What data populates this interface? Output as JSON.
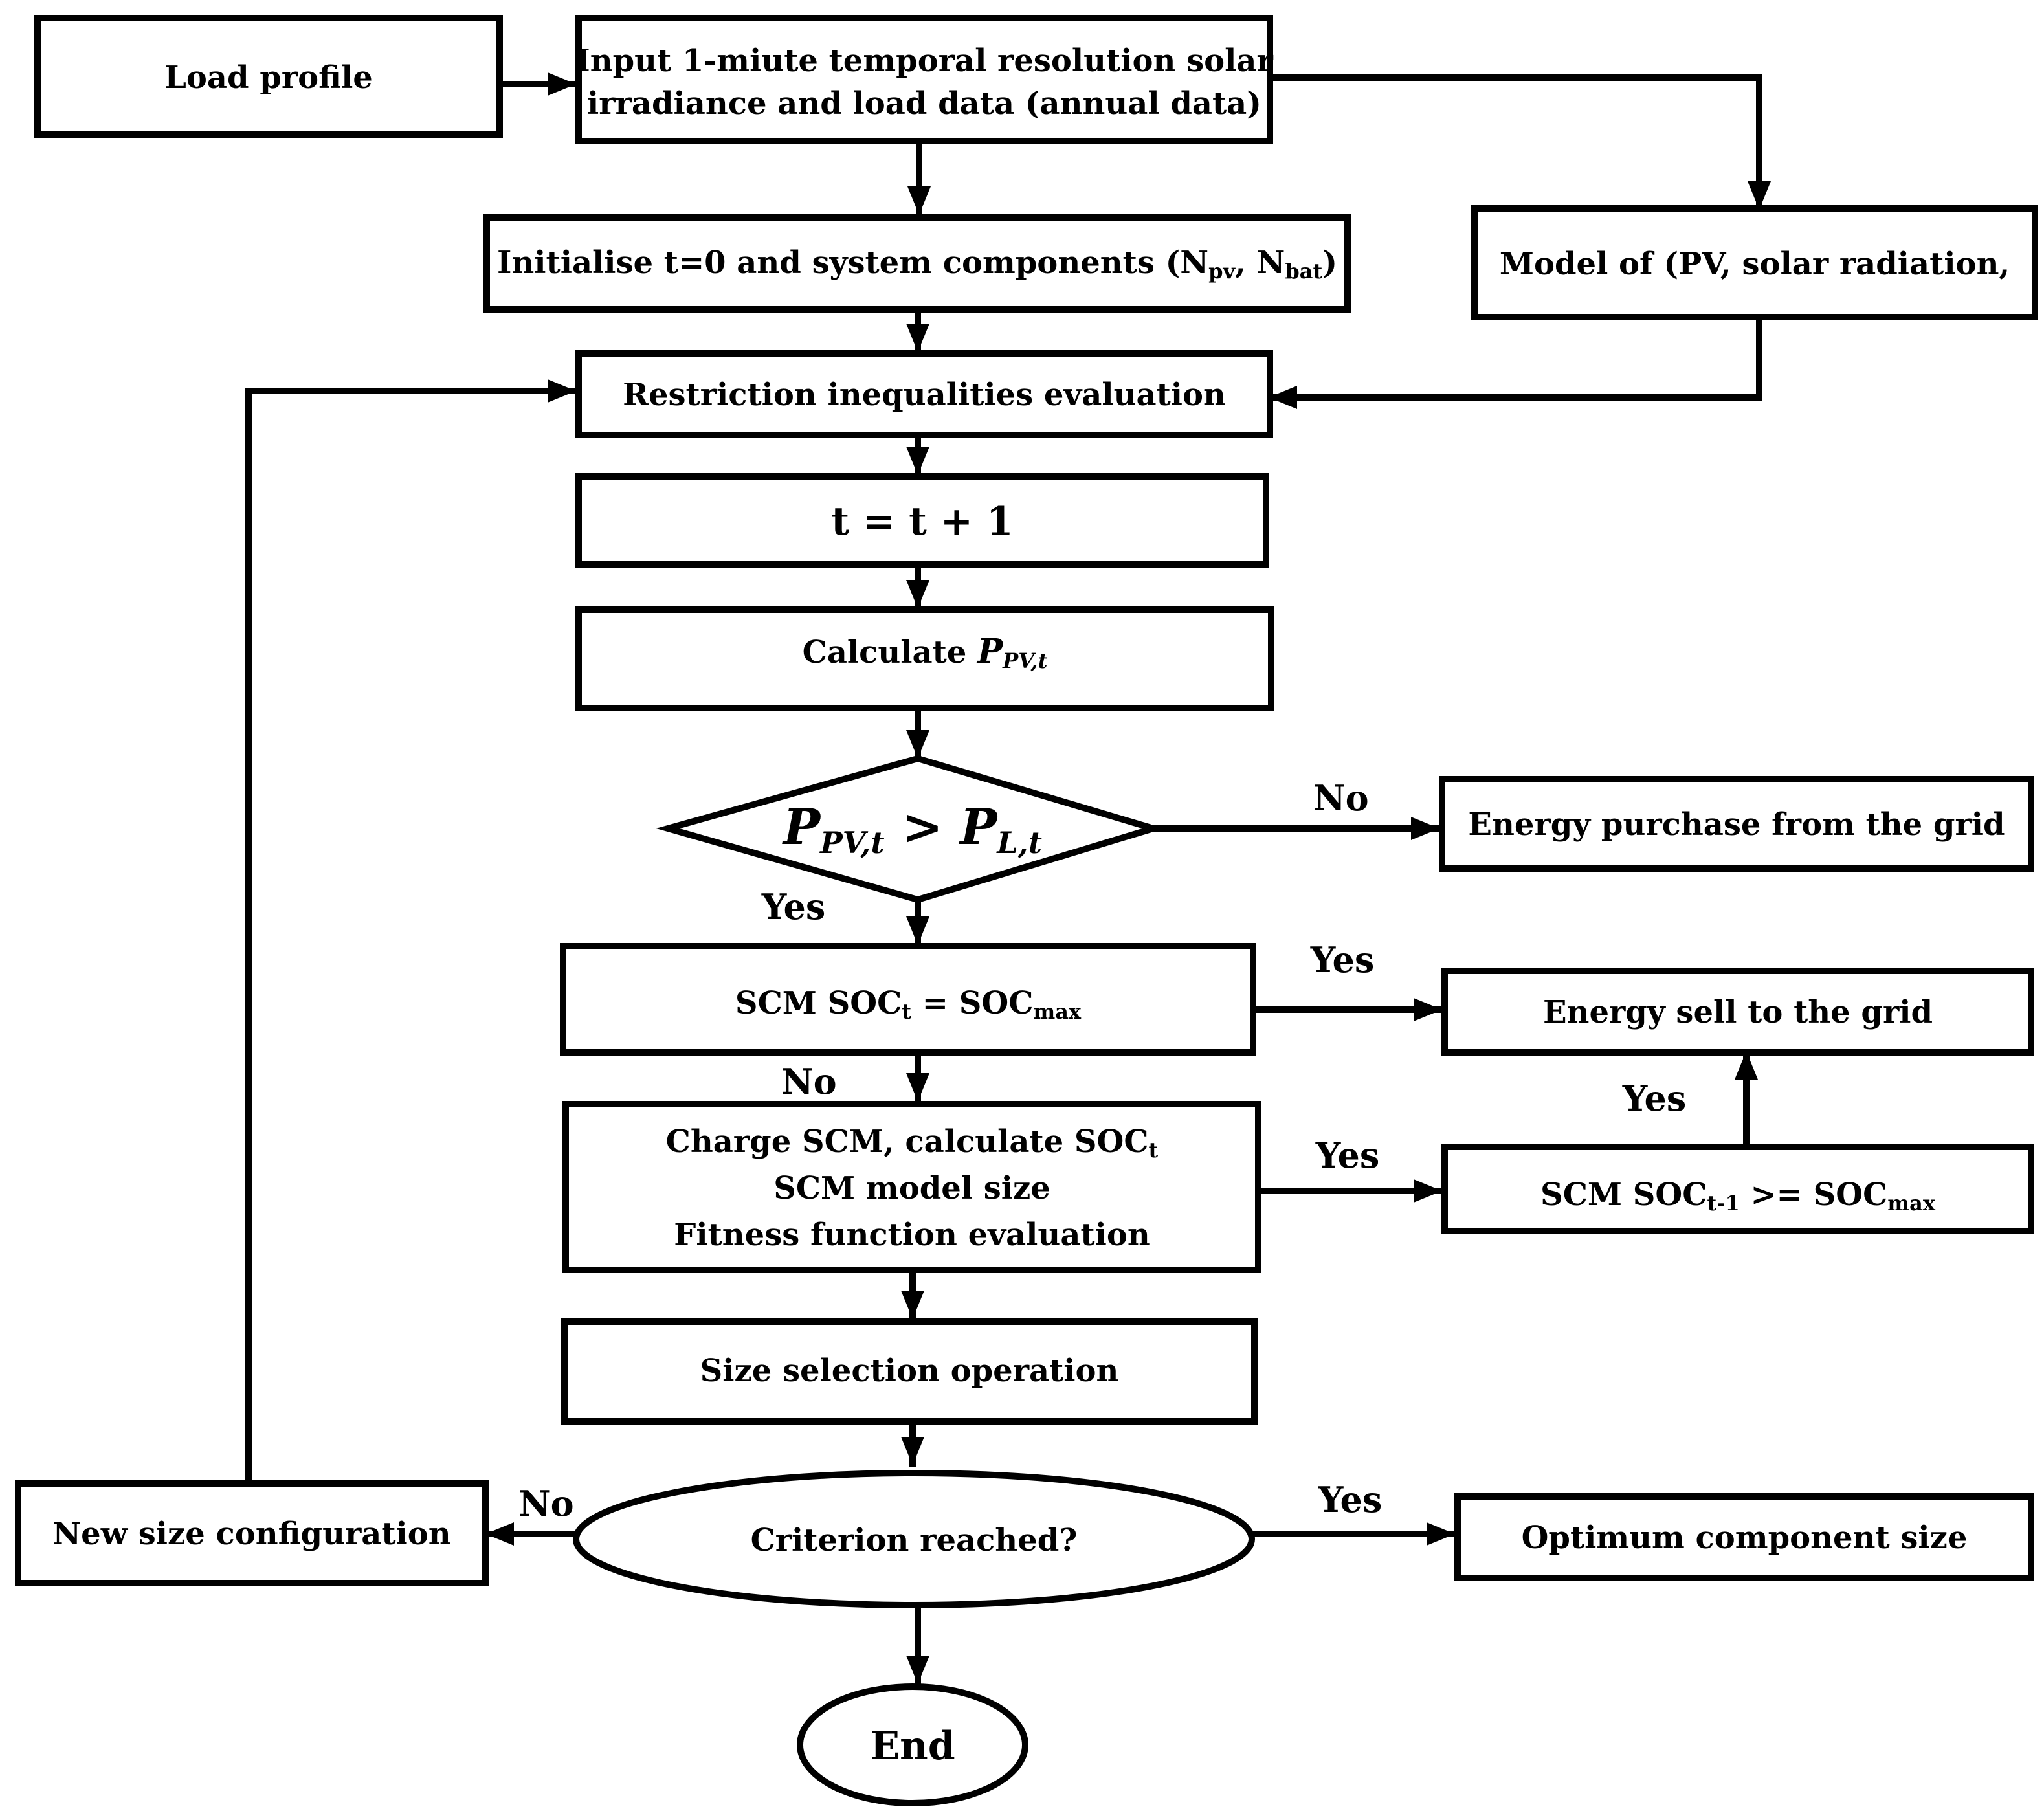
{
  "nodes": {
    "load_profile": "Load profile",
    "input_line1": "Input 1-miute temporal resolution solar",
    "input_line2": "irradiance and load data (annual data)",
    "init_main": "Initialise t=0  and system components (N",
    "init_pv_sub": "pv",
    "init_sep": ", N",
    "init_bat_sub": "bat",
    "init_close": ")",
    "model": "Model of (PV, solar radiation,",
    "restriction": "Restriction inequalities evaluation",
    "t_increment": "t = t + 1",
    "calc_prefix": "Calculate ",
    "calc_var": "P",
    "calc_sub": "PV,t",
    "decision_lhs": "P",
    "decision_lhs_sub": "PV,t",
    "decision_op": " > ",
    "decision_rhs": "P",
    "decision_rhs_sub": "L,t",
    "scm_check_pre": "SCM SOC",
    "scm_check_t": "t",
    "scm_check_eq": " = SOC",
    "scm_check_max": "max",
    "charge_line1_pre": "Charge SCM, calculate SOC",
    "charge_line1_sub": "t",
    "charge_line2": "SCM model size",
    "charge_line3": "Fitness function evaluation",
    "energy_purchase": "Energy purchase from the grid",
    "energy_sell": "Energy sell to the grid",
    "soc_prev_pre": "SCM  SOC",
    "soc_prev_sub": "t-1",
    "soc_prev_op": " >= SOC",
    "soc_prev_max": "max",
    "size_selection": "Size selection operation",
    "criterion": "Criterion reached?",
    "new_size": "New size configuration",
    "optimum": "Optimum component size",
    "end": "End"
  },
  "edge_labels": {
    "no_purchase": "No",
    "yes_decision": "Yes",
    "yes_sell": "Yes",
    "no_charge": "No",
    "yes_up": "Yes",
    "yes_soc_prev": "Yes",
    "no_new_size": "No",
    "yes_optimum": "Yes"
  }
}
